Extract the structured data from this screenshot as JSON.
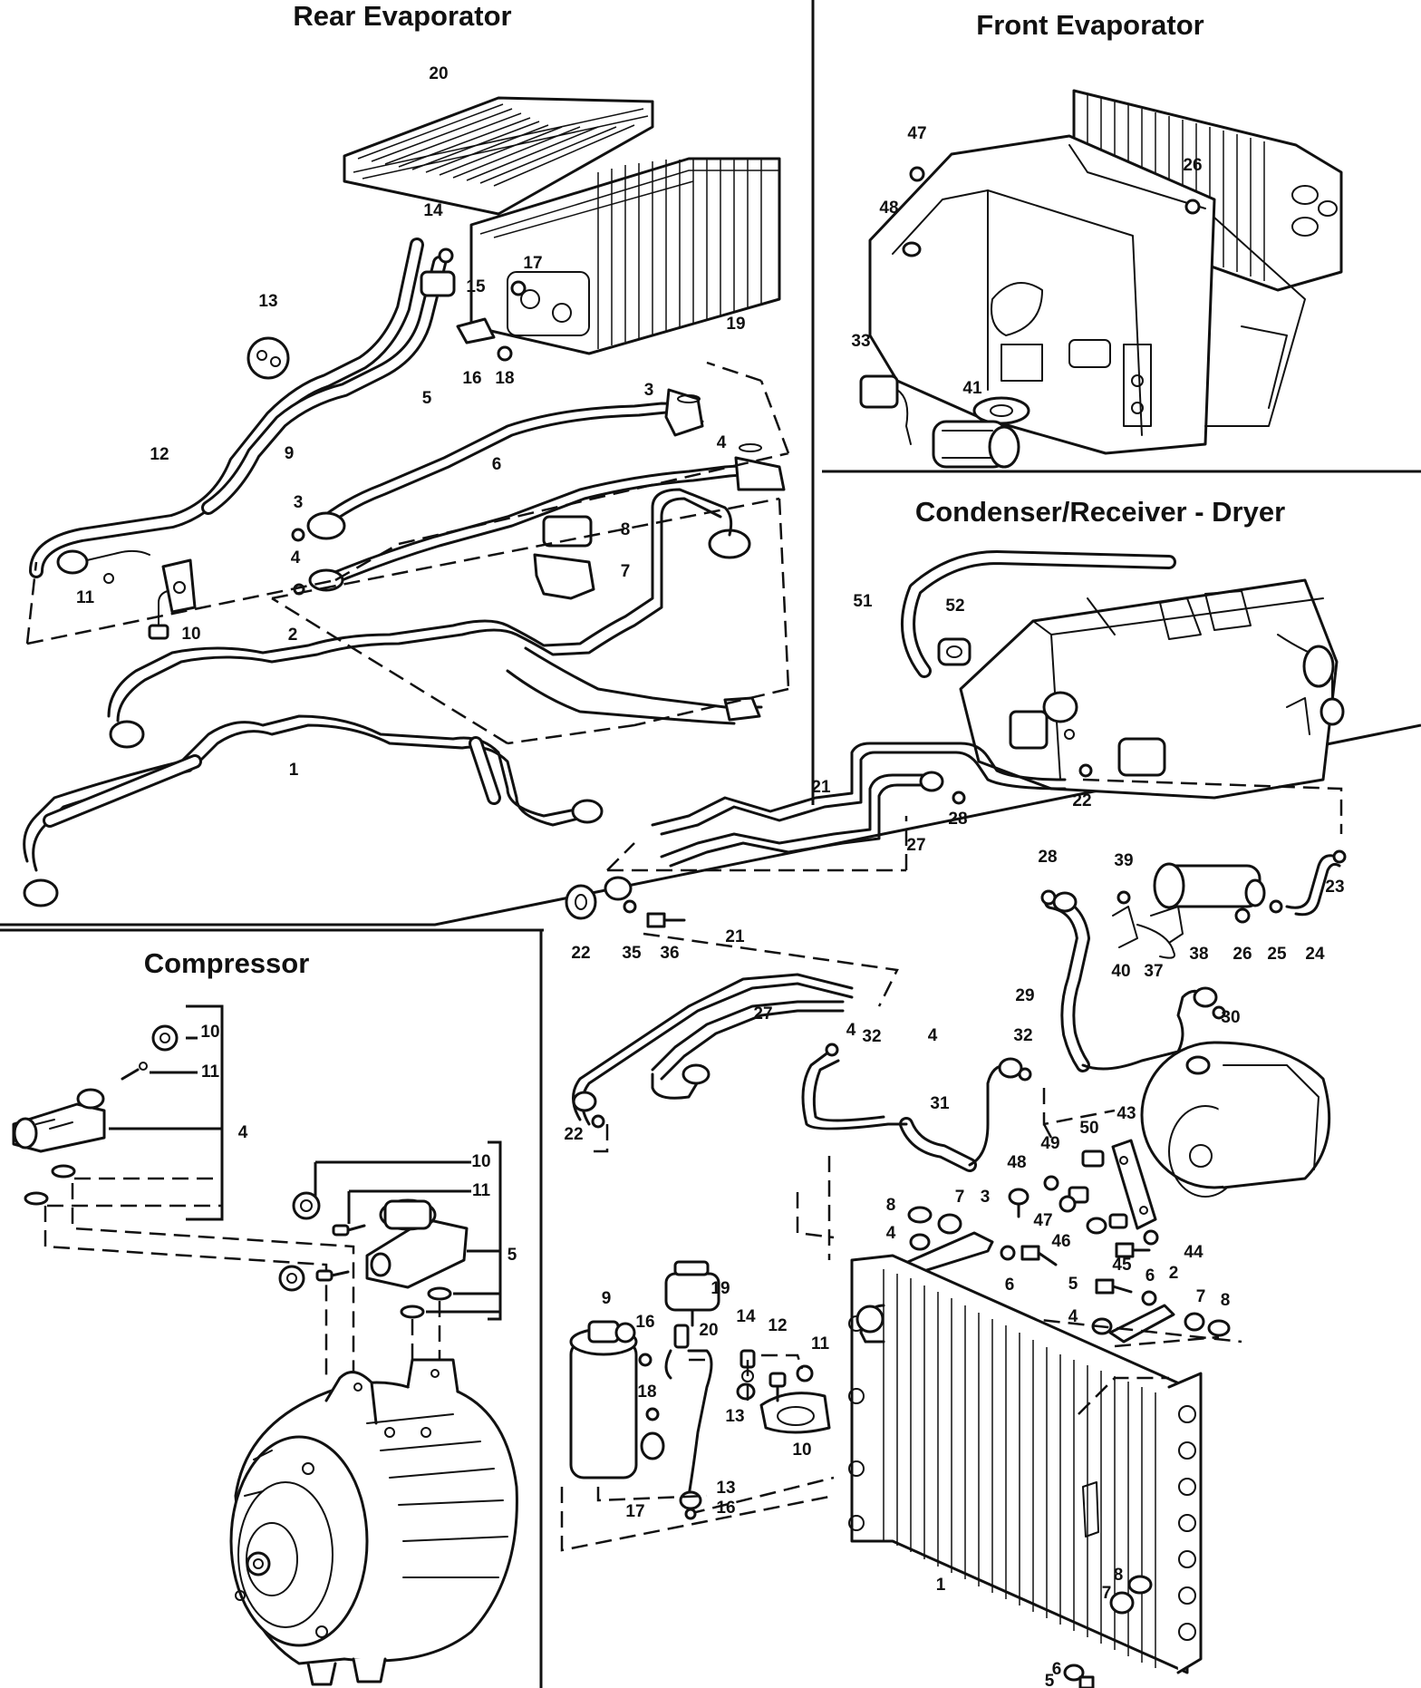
{
  "titles": {
    "rear": "Rear Evaporator",
    "front": "Front Evaporator",
    "condenser": "Condenser/Receiver - Dryer",
    "compressor": "Compressor"
  },
  "callouts": {
    "rear": [
      "20",
      "14",
      "17",
      "15",
      "13",
      "19",
      "16",
      "18",
      "3",
      "5",
      "4",
      "12",
      "9",
      "6",
      "3",
      "8",
      "4",
      "7",
      "11",
      "10",
      "2",
      "1"
    ],
    "front": [
      "47",
      "26",
      "48",
      "33",
      "41"
    ],
    "condenser": [
      "51",
      "52",
      "22",
      "28",
      "21",
      "27",
      "28",
      "39",
      "23",
      "22",
      "35",
      "36",
      "21",
      "40",
      "37",
      "38",
      "26",
      "25",
      "24",
      "27",
      "29",
      "30",
      "4",
      "32",
      "4",
      "32",
      "31",
      "22",
      "43",
      "50",
      "49",
      "48",
      "8",
      "7",
      "3",
      "47",
      "4",
      "46",
      "44",
      "6",
      "5",
      "45",
      "2",
      "6",
      "7",
      "8",
      "19",
      "14",
      "4",
      "9",
      "16",
      "20",
      "12",
      "11",
      "18",
      "13",
      "10",
      "17",
      "13",
      "16",
      "1",
      "8",
      "7",
      "6",
      "5"
    ],
    "compressor": [
      "10",
      "11",
      "4",
      "10",
      "11",
      "5"
    ]
  }
}
